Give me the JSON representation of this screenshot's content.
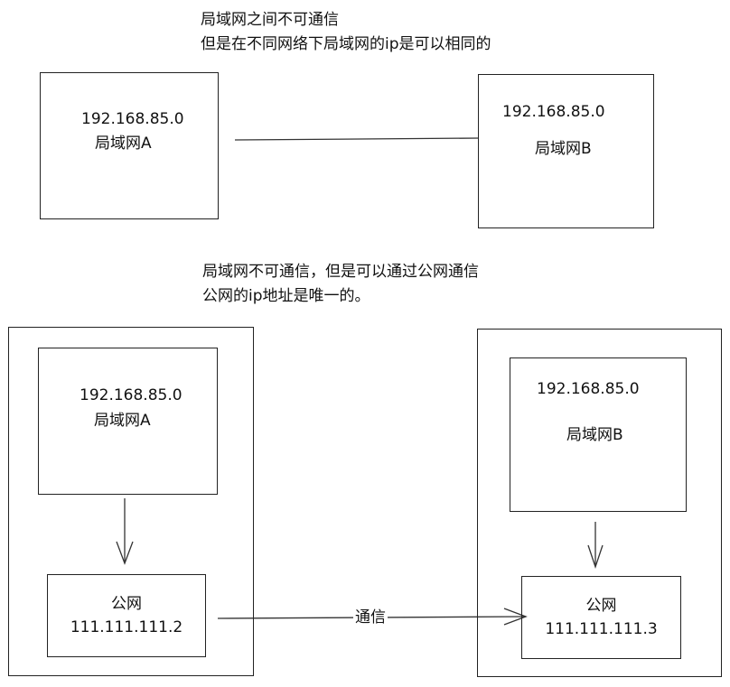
{
  "top_note": {
    "line1": "局域网之间不可通信",
    "line2": "但是在不同网络下局域网的ip是可以相同的"
  },
  "top_lan_a": {
    "ip": "192.168.85.0",
    "label": "局域网A"
  },
  "top_lan_b": {
    "ip": "192.168.85.0",
    "label": "局域网B"
  },
  "bottom_note": {
    "line1": "局域网不可通信，但是可以通过公网通信",
    "line2": "公网的ip地址是唯一的。"
  },
  "bottom_left": {
    "lan": {
      "ip": "192.168.85.0",
      "label": "局域网A"
    },
    "public": {
      "label": "公网",
      "ip": "111.111.111.2"
    }
  },
  "bottom_right": {
    "lan": {
      "ip": "192.168.85.0",
      "label": "局域网B"
    },
    "public": {
      "label": "公网",
      "ip": "111.111.111.3"
    }
  },
  "link_label": "通信",
  "colors": {
    "stroke": "#222222",
    "text": "#111111",
    "background": "#ffffff"
  }
}
